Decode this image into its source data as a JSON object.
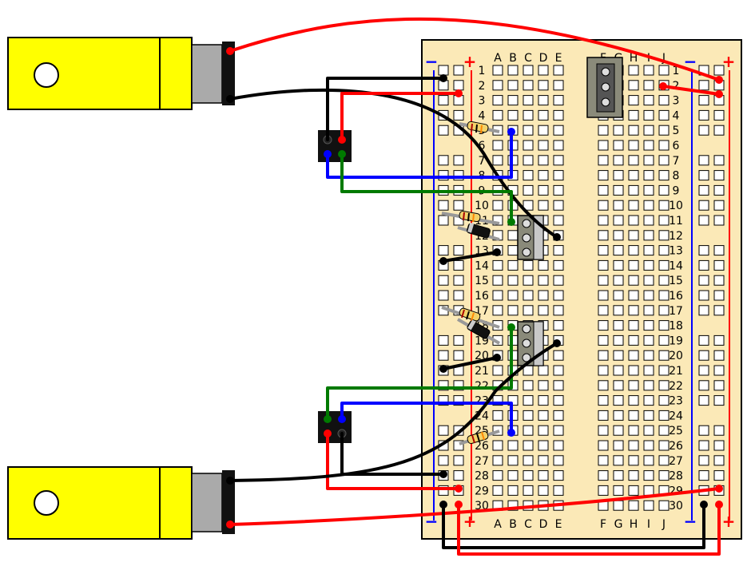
{
  "breadboard": {
    "left_columns": [
      "A",
      "B",
      "C",
      "D",
      "E"
    ],
    "right_columns": [
      "F",
      "G",
      "H",
      "I",
      "J"
    ],
    "row_count": 30,
    "rail_minus": "−",
    "rail_plus": "+"
  },
  "components": {
    "motors": [
      {
        "id": "motor-top",
        "color": "#ffff00"
      },
      {
        "id": "motor-bottom",
        "color": "#ffff00"
      }
    ],
    "voltage_regulator": {
      "pins": 3
    },
    "transistors": [
      {
        "id": "transistor-upper",
        "pins": 3
      },
      {
        "id": "transistor-lower",
        "pins": 3
      }
    ],
    "resistors": 4,
    "diodes": 2,
    "connectors": 2
  },
  "colors": {
    "board": "#fbe9b7",
    "hole": "#ffffff",
    "rail_red": "#ff0000",
    "rail_blue": "#0000ff",
    "wire_red": "#ff0000",
    "wire_black": "#000000",
    "wire_blue": "#0000ff",
    "wire_green": "#007a00",
    "motor_body": "#ffff00",
    "motor_can": "#aaaaaa",
    "component_body": "#8a8a7a"
  }
}
